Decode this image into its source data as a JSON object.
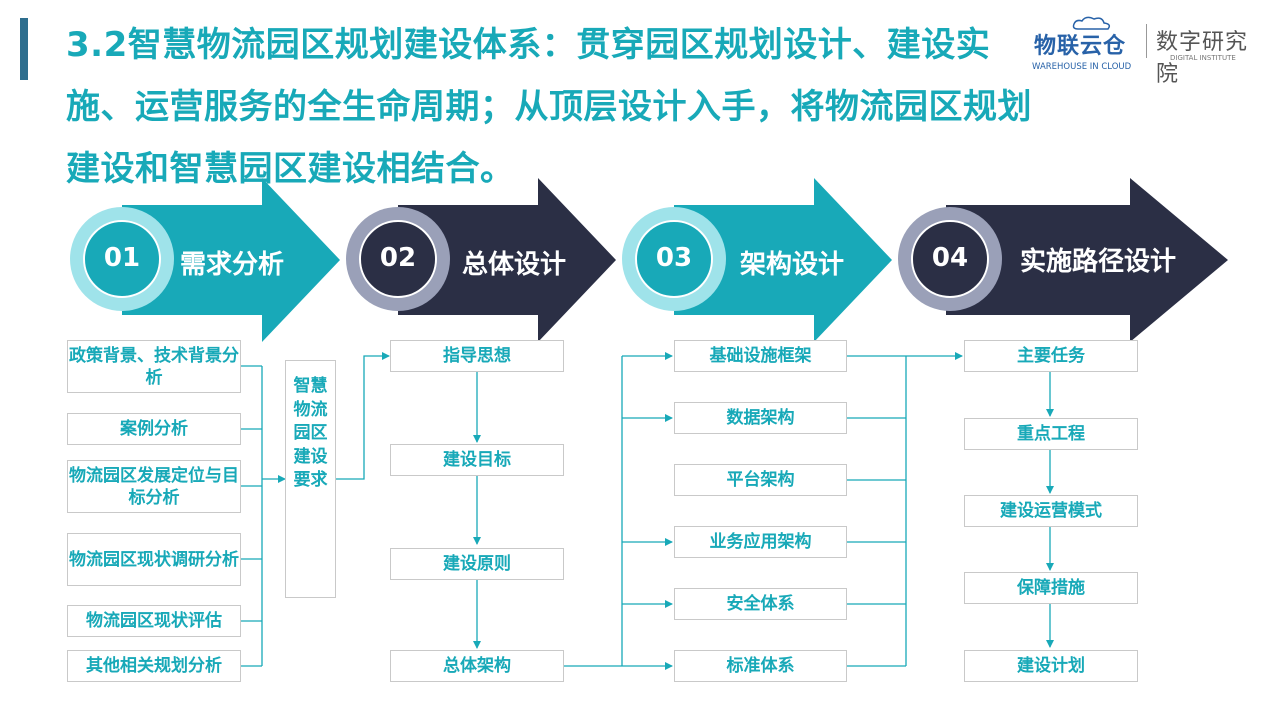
{
  "title": "3.2智慧物流园区规划建设体系：贯穿园区规划设计、建设实施、运营服务的全生命周期；从顶层设计入手，将物流园区规划建设和智慧园区建设相结合。",
  "logo_left": {
    "name": "物联云仓",
    "subtitle": "WAREHOUSE IN CLOUD"
  },
  "logo_right": {
    "name": "数字研究院",
    "subtitle": "DIGITAL INSTITUTE"
  },
  "colors": {
    "teal": "#18a9b8",
    "navy": "#2b2f45",
    "title": "#18a9b8"
  },
  "phases": [
    {
      "num": "01",
      "label": "需求分析"
    },
    {
      "num": "02",
      "label": "总体设计"
    },
    {
      "num": "03",
      "label": "架构设计"
    },
    {
      "num": "04",
      "label": "实施路径设计"
    }
  ],
  "col1": [
    "政策背景、技术背景分析",
    "案例分析",
    "物流园区发展定位与目标分析",
    "物流园区现状调研分析",
    "物流园区现状评估",
    "其他相关规划分析"
  ],
  "requirement_box": "智慧物流园区建设要求",
  "col2": [
    "指导思想",
    "建设目标",
    "建设原则",
    "总体架构"
  ],
  "col3": [
    "基础设施框架",
    "数据架构",
    "平台架构",
    "业务应用架构",
    "安全体系",
    "标准体系"
  ],
  "col4": [
    "主要任务",
    "重点工程",
    "建设运营模式",
    "保障措施",
    "建设计划"
  ]
}
